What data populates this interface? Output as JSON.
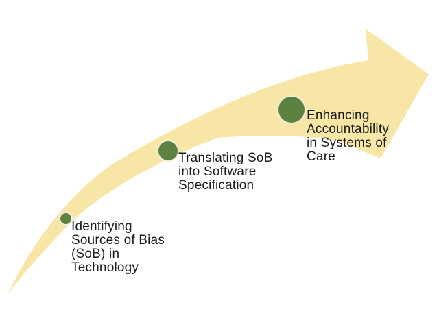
{
  "diagram": {
    "type": "curved-arrow-process",
    "colors": {
      "background": "#ffffff",
      "arrow": "#F8E6A6",
      "marker": "#5C8140",
      "marker_outline": "#F1ECDC",
      "text": "#1b1b1b"
    },
    "steps": [
      {
        "label": "Identifying\nSources of Bias\n(SoB) in\nTechnology"
      },
      {
        "label": "Translating SoB\ninto Software\nSpecification"
      },
      {
        "label": "Enhancing\nAccountability\nin Systems of\nCare"
      }
    ]
  }
}
